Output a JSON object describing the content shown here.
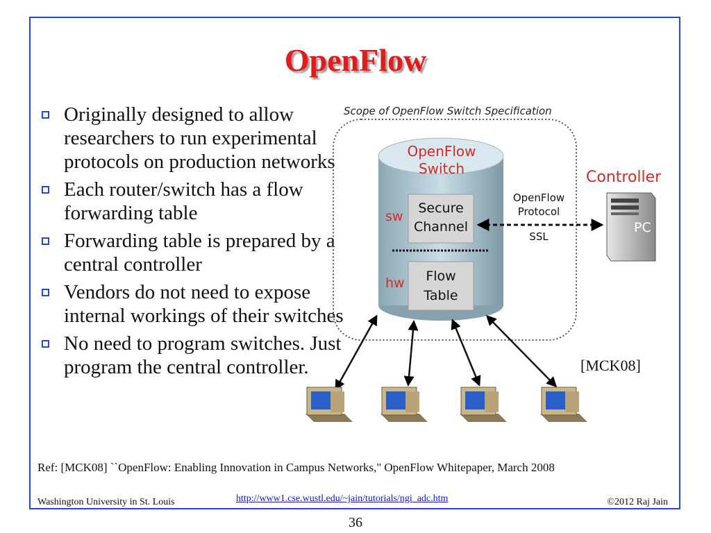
{
  "slide": {
    "title": "OpenFlow",
    "bullets": [
      "Originally designed to allow researchers to run experimental protocols on production networks",
      "Each router/switch has a flow forwarding table",
      "Forwarding table is prepared by a central controller",
      "Vendors do not need to expose internal workings of their switches",
      "No need to program switches. Just program the central controller."
    ]
  },
  "diagram": {
    "scope_label": "Scope of OpenFlow Switch Specification",
    "switch_title_line1": "OpenFlow",
    "switch_title_line2": "Switch",
    "sw_label": "sw",
    "hw_label": "hw",
    "secure_channel_line1": "Secure",
    "secure_channel_line2": "Channel",
    "flow_table_line1": "Flow",
    "flow_table_line2": "Table",
    "protocol_line1": "OpenFlow",
    "protocol_line2": "Protocol",
    "protocol_line3": "SSL",
    "controller_label": "Controller",
    "pc_label": "PC",
    "citation": "[MCK08]"
  },
  "reference": "Ref: [MCK08] ``OpenFlow: Enabling Innovation in Campus Networks,\" OpenFlow Whitepaper, March 2008",
  "footer": {
    "left": "Washington University in St. Louis",
    "link": "http://www1.cse.wustl.edu/~jain/tutorials/ngi_adc.htm",
    "right": "©2012 Raj Jain"
  },
  "page_number": "36",
  "colors": {
    "title": "#e31b1b",
    "frame": "#1f4bd1",
    "switch_text": "#d42a2a",
    "link": "#1010d0"
  }
}
